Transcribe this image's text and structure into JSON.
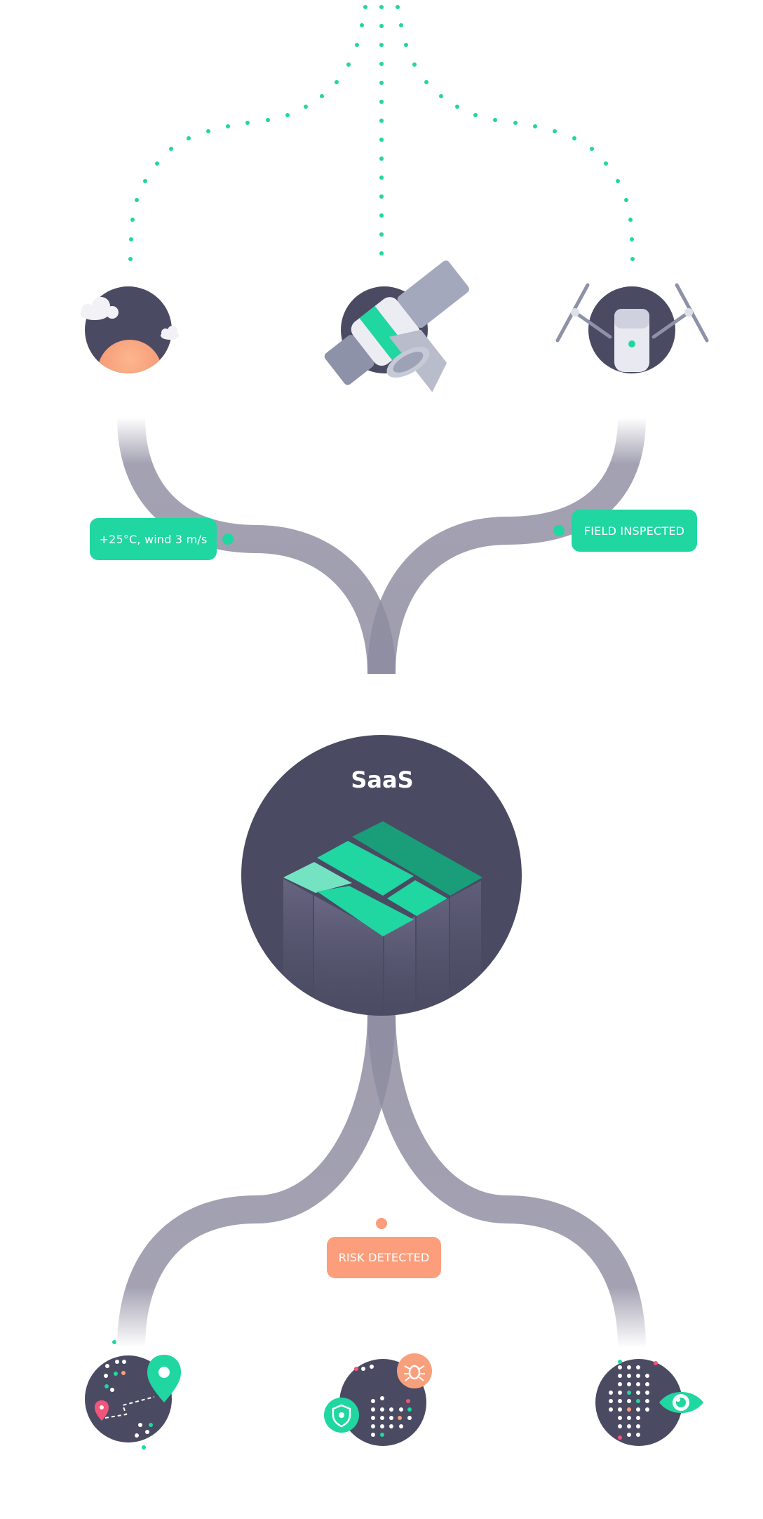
{
  "hub": {
    "title": "SaaS"
  },
  "labels": {
    "weather": "+25°C, wind 3 m/s",
    "field": "FIELD INSPECTED",
    "risk": "RISK DETECTED"
  },
  "colors": {
    "accent_green": "#20d6a1",
    "alert_orange": "#fc9e7b",
    "dark_navy": "#4a4a62",
    "pipe_gray": "#8e8ca0"
  },
  "icons": {
    "top": [
      "weather-icon",
      "satellite-icon",
      "drone-icon"
    ],
    "bottom": [
      "map-route-icon",
      "pest-protection-icon",
      "monitoring-eye-icon"
    ],
    "hub": "data-cube-icon"
  }
}
